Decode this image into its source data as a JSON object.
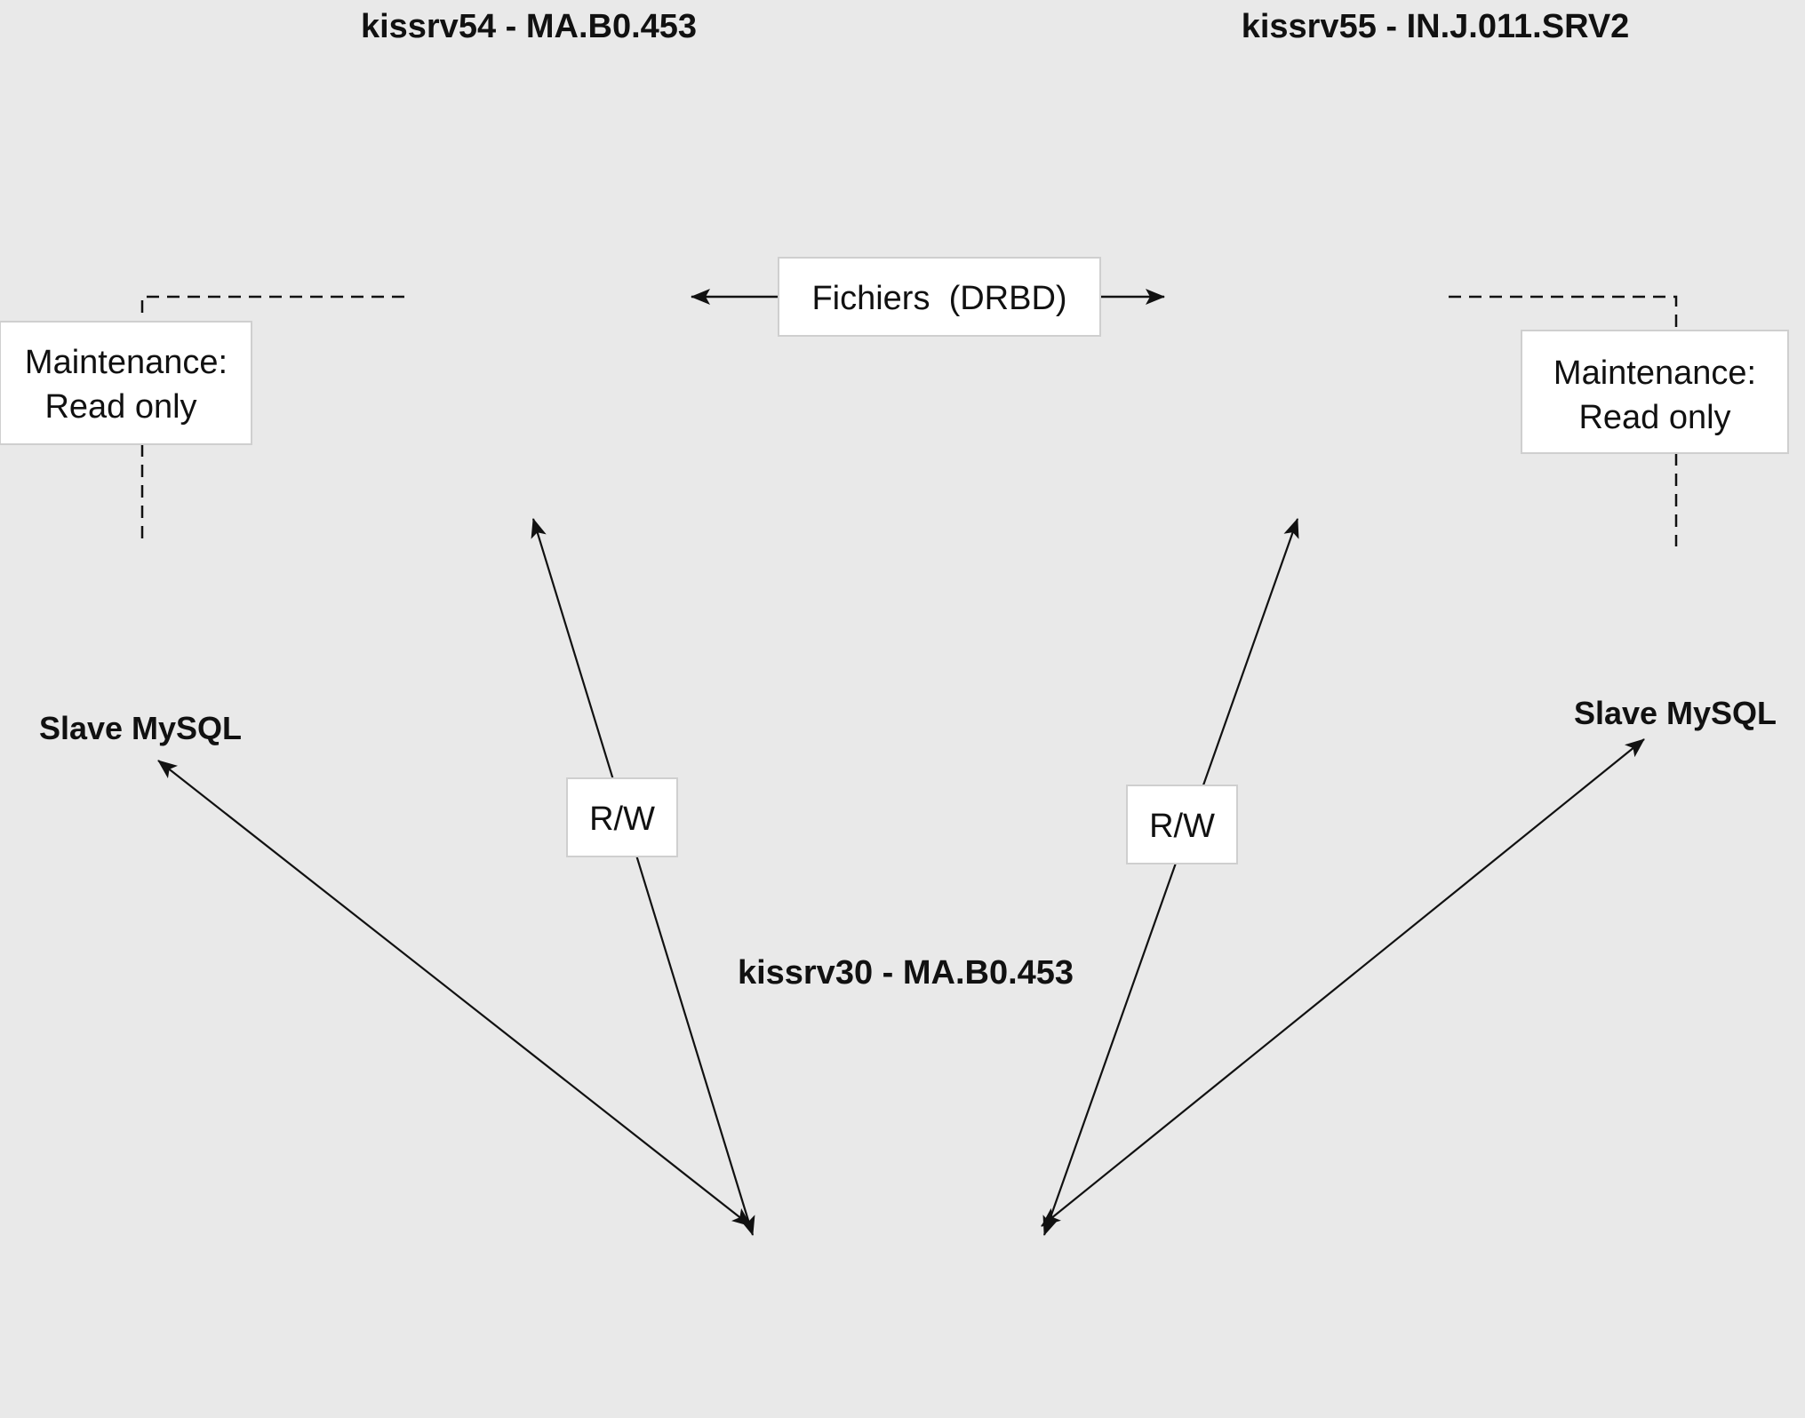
{
  "nodes": {
    "server_left": {
      "title": "kissrv54 - MA.B0.453"
    },
    "server_right": {
      "title": "kissrv55 - IN.J.011.SRV2"
    },
    "server_bottom": {
      "title": "kissrv30 - MA.B0.453"
    },
    "db_left": {
      "title": "Slave MySQL"
    },
    "db_right": {
      "title": "Slave MySQL"
    }
  },
  "edges": {
    "replication": {
      "label": "Fichiers  (DRBD)"
    },
    "rw_left": {
      "label": "R/W"
    },
    "rw_right": {
      "label": "R/W"
    },
    "maintenance_left": {
      "line1": "Maintenance:",
      "line2": "Read only"
    },
    "maintenance_right": {
      "line1": "Maintenance:",
      "line2": "Read only"
    }
  },
  "icons": {
    "server": "server-tower-icon",
    "globe": "globe-icon",
    "database": "database-icon"
  },
  "colors": {
    "background": "#e9e9e9",
    "stroke": "#111111",
    "label_box": "#ffffff"
  }
}
